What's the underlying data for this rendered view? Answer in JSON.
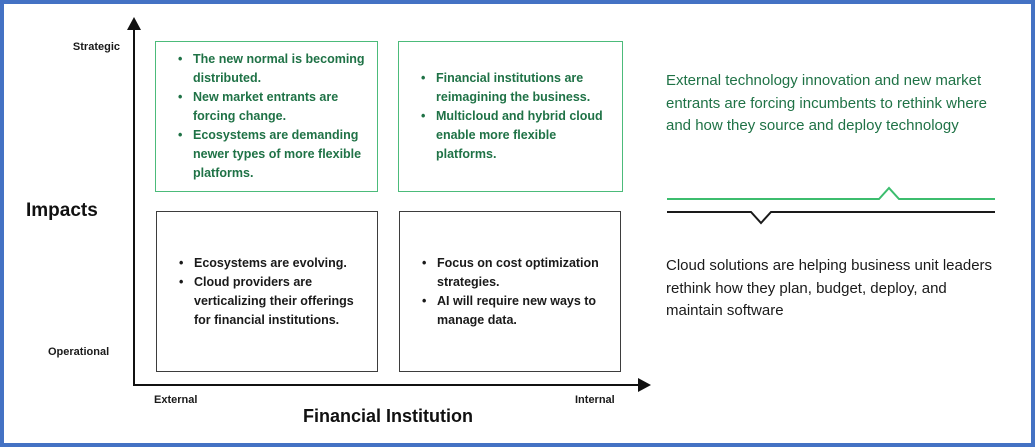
{
  "frame": {
    "border_color": "#4472C4",
    "background": "#FFFFFF"
  },
  "colors": {
    "green_text": "#1F7246",
    "green_box_border": "#4CBB7A",
    "green_brace_line": "#3CBD6E",
    "black_text": "#1A1A1A",
    "axis_color": "#111111"
  },
  "matrix": {
    "y_axis": {
      "label": "Impacts",
      "top_label": "Strategic",
      "bottom_label": "Operational"
    },
    "x_axis": {
      "label": "Financial Institution",
      "left_label": "External",
      "right_label": "Internal"
    },
    "quadrants": [
      {
        "id": "strategic-external",
        "tone": "green",
        "bullets": [
          "The new normal is becoming distributed.",
          "New market entrants are forcing change.",
          "Ecosystems are demanding newer types of more flexible platforms."
        ]
      },
      {
        "id": "strategic-internal",
        "tone": "green",
        "bullets": [
          "Financial institutions are reimagining the business.",
          "Multicloud and hybrid cloud enable more flexible platforms."
        ]
      },
      {
        "id": "operational-external",
        "tone": "black",
        "bullets": [
          "Ecosystems are evolving.",
          "Cloud providers are verticalizing their offerings for financial institutions."
        ]
      },
      {
        "id": "operational-internal",
        "tone": "black",
        "bullets": [
          "Focus on cost optimization strategies.",
          "AI will require new ways to manage data."
        ]
      }
    ]
  },
  "annotations": {
    "strategic_note": "External technology innovation and new market entrants are forcing incumbents to rethink where and how they source and deploy technology",
    "operational_note": "Cloud solutions are helping business unit leaders rethink how they plan, budget, deploy, and maintain software"
  }
}
